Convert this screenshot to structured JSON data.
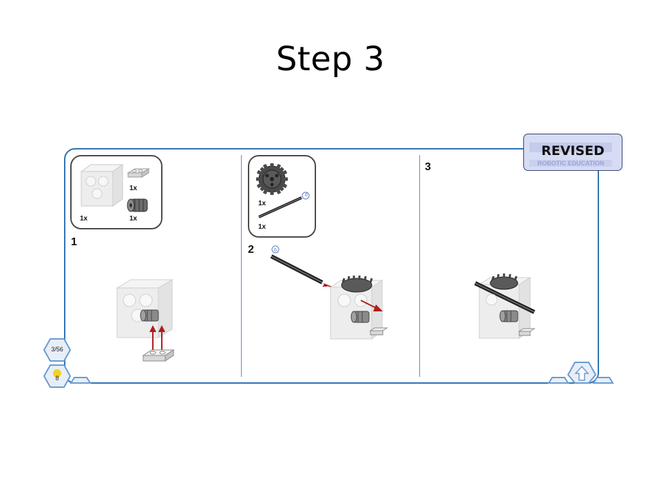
{
  "slide": {
    "title": "Step 3"
  },
  "badge": {
    "label": "REVISED",
    "background_color": "#d6dcf3",
    "border_color": "#3a3f6e"
  },
  "frame": {
    "border_color": "#2f73b0"
  },
  "panels": [
    {
      "step": "1",
      "parts": [
        {
          "qty": "1x"
        },
        {
          "qty": "1x"
        },
        {
          "qty": "1x"
        }
      ]
    },
    {
      "step": "2",
      "parts": [
        {
          "qty": "1x"
        },
        {
          "qty": "1x"
        }
      ],
      "axle_length": "6"
    },
    {
      "step": "3"
    }
  ],
  "navigation": {
    "page_counter": "3/56",
    "step_counter": "8"
  },
  "icons": [
    "gear-brick-icon",
    "tile-plate-icon",
    "bush-icon",
    "gear-24-icon",
    "axle-icon",
    "insert-arrow-icon",
    "nav-hex-icon",
    "up-arrow-icon"
  ]
}
